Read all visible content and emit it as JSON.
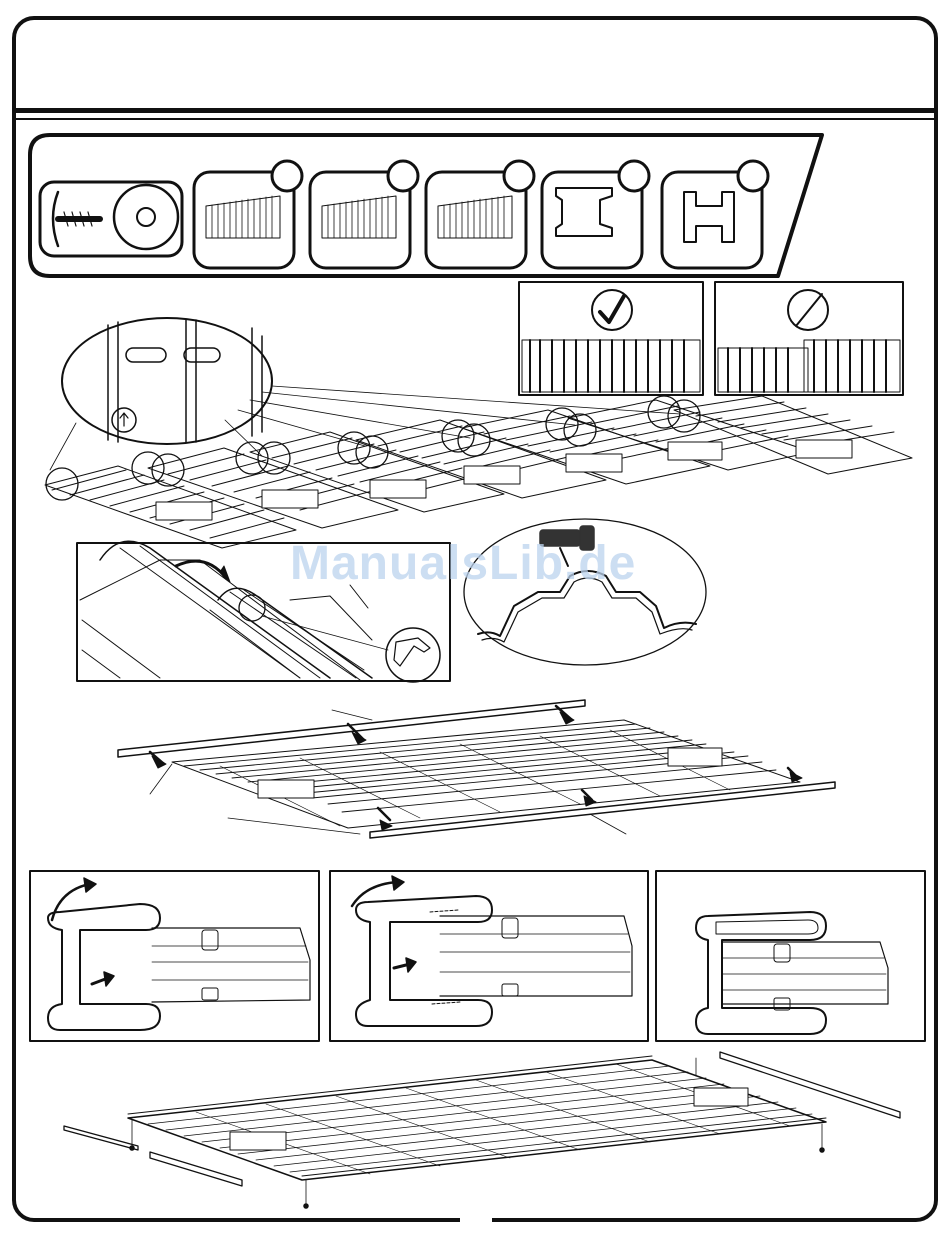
{
  "watermark": "ManualsLib.de",
  "parts_strip": {
    "items": [
      {
        "icon": "screw-and-washer-icon"
      },
      {
        "icon": "roof-panel-icon"
      },
      {
        "icon": "roof-panel-icon"
      },
      {
        "icon": "roof-panel-icon"
      },
      {
        "icon": "channel-bracket-icon"
      },
      {
        "icon": "channel-connector-icon"
      }
    ]
  },
  "comparison": {
    "correct_icon": "check-mark-icon",
    "wrong_icon": "prohibited-icon"
  },
  "steps": [
    {
      "name": "panel-overlap-step"
    },
    {
      "name": "panel-interlock-detail"
    },
    {
      "name": "rail-attachment-step"
    },
    {
      "name": "channel-snap-sequence"
    },
    {
      "name": "floor-frame-assembly"
    }
  ],
  "colors": {
    "line": "#111111",
    "label_box": "#ffffff"
  }
}
